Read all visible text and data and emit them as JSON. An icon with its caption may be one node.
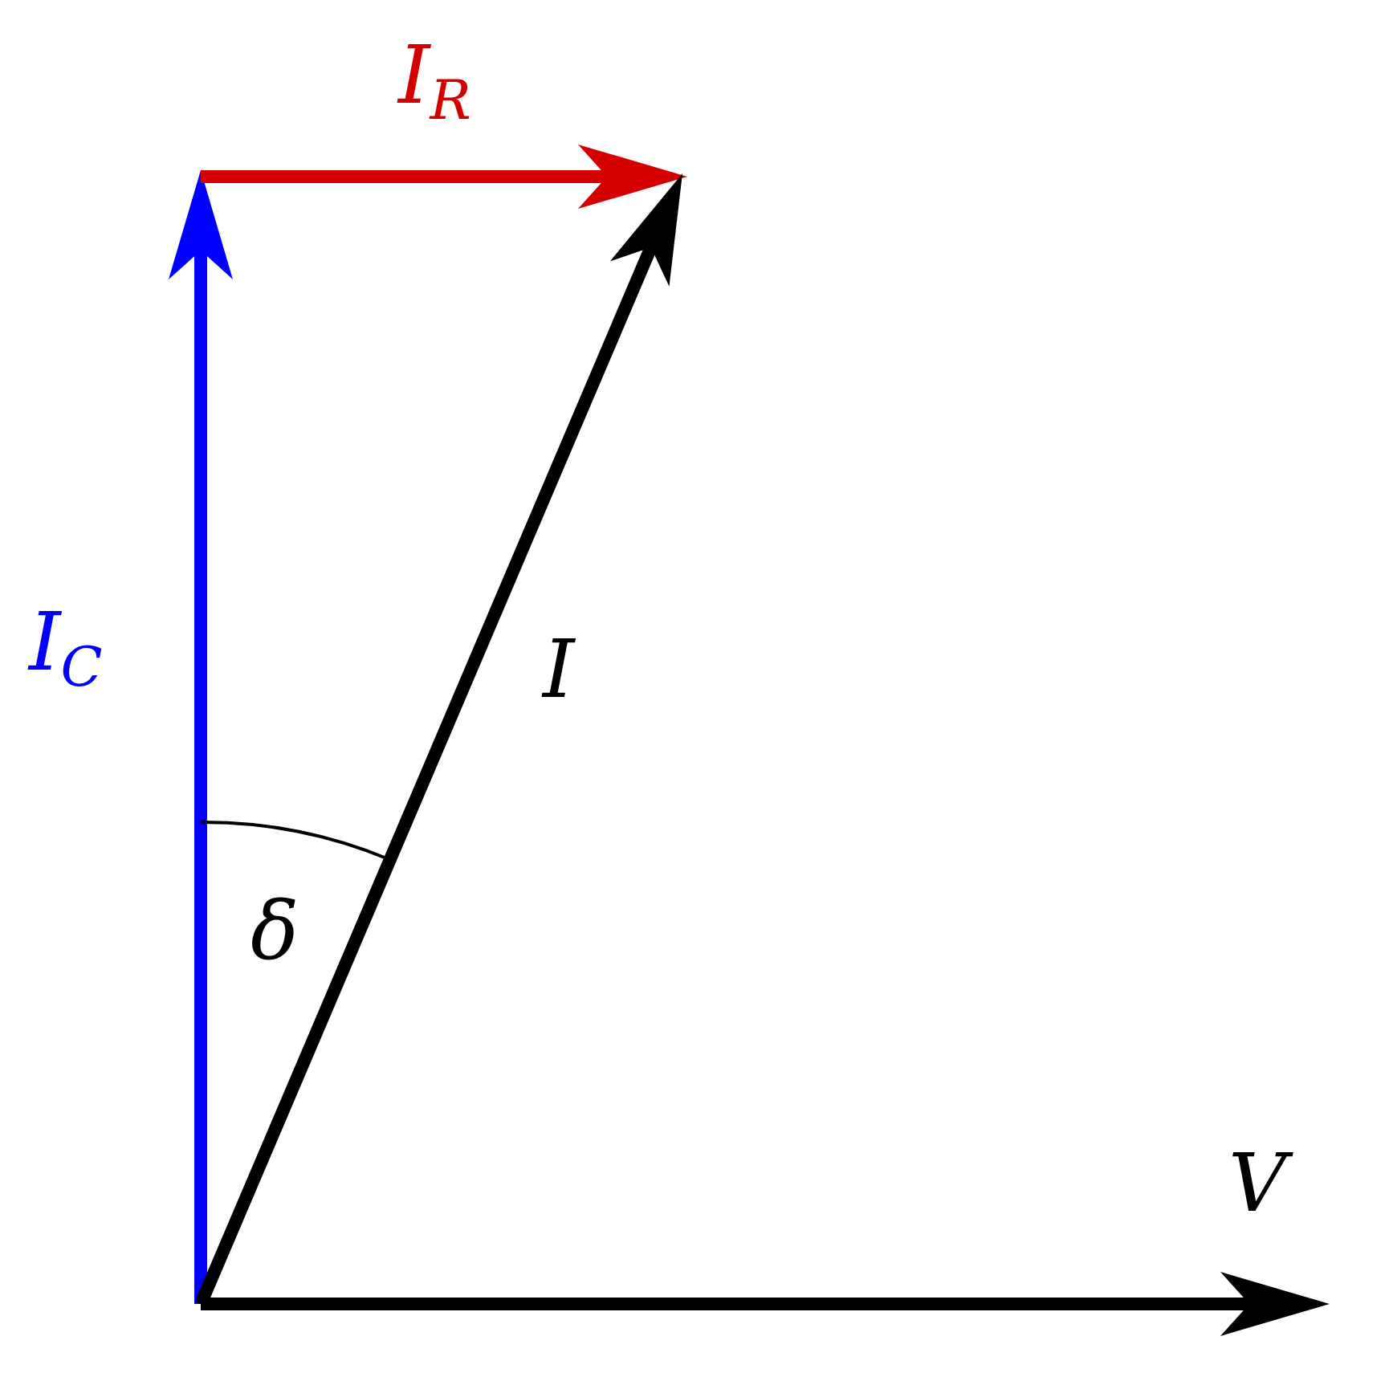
{
  "diagram": {
    "labels": [
      "I$_{R}$",
      "I$_{C}$",
      "I",
      "δ",
      "V"
    ]
  }
}
